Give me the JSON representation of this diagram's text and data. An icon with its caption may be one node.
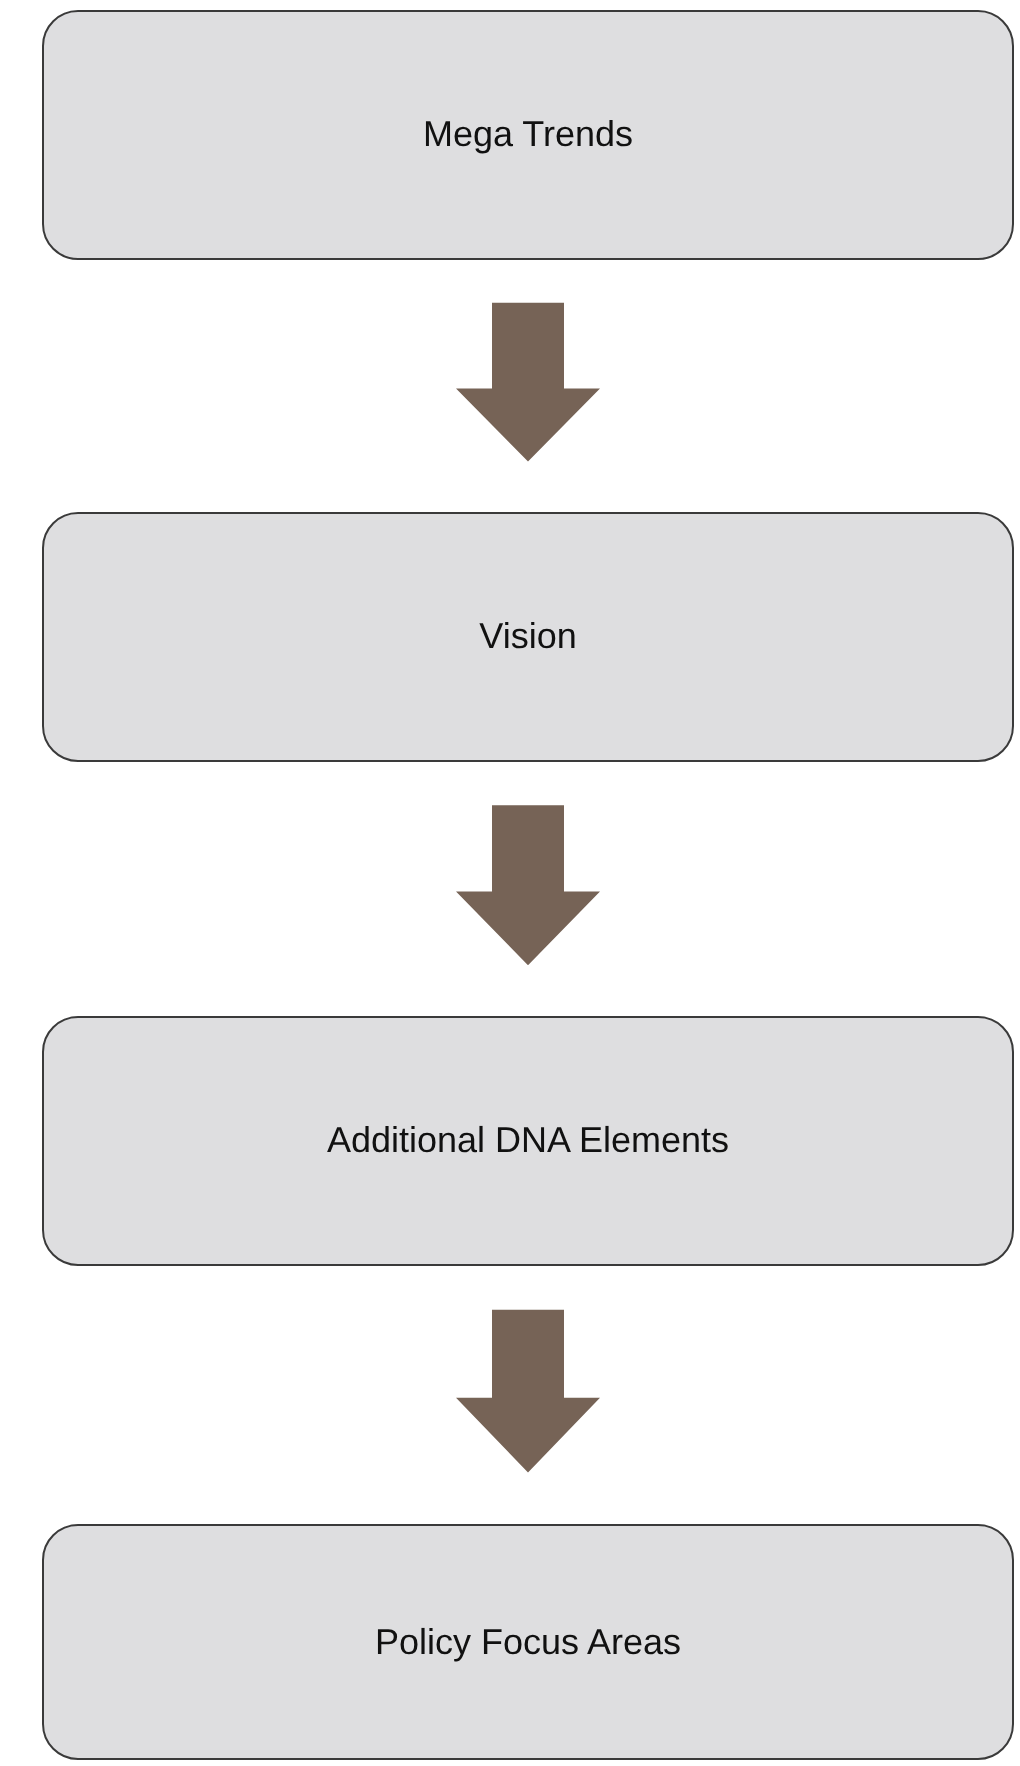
{
  "diagram": {
    "nodes": [
      {
        "text": [
          "Mega Trends"
        ]
      },
      {
        "text": [
          "Vision"
        ]
      },
      {
        "text": [
          "Additional DNA Elements"
        ]
      },
      {
        "text": [
          "Policy Focus Areas"
        ]
      }
    ],
    "edges": [
      {
        "from": 0,
        "to": 1,
        "arrow": "to"
      },
      {
        "from": 1,
        "to": 2,
        "arrow": "to"
      },
      {
        "from": 2,
        "to": 3,
        "arrow": "to"
      }
    ]
  }
}
